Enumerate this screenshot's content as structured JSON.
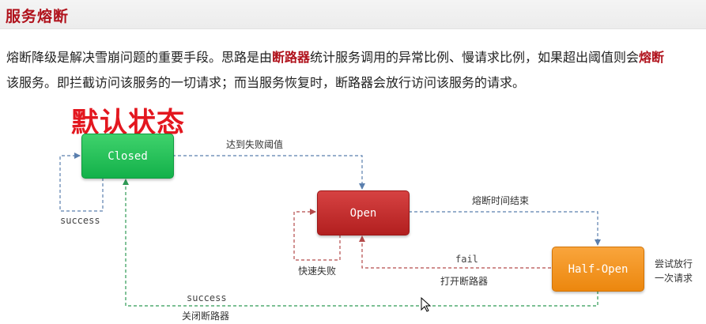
{
  "page": {
    "title": "服务熔断",
    "intro": {
      "line1_before": "熔断降级是解决雪崩问题的重要手段。思路是由",
      "line1_hl1": "断路器",
      "line1_mid": "统计服务调用的异常比例、慢请求比例，如果超出阈值则会",
      "line1_hl2": "熔断",
      "line2": "该服务。即拦截访问该服务的一切请求；而当服务恢复时，断路器会放行访问该服务的请求。"
    },
    "default_state_label": "默认状态"
  },
  "states": {
    "closed": "Closed",
    "open": "Open",
    "half_open": "Half-Open"
  },
  "edges": {
    "closed_to_open": "达到失败阈值",
    "closed_self": "success",
    "open_self": "快速失败",
    "open_to_half": "熔断时间结束",
    "half_to_open_1": "fail",
    "half_to_open_2": "打开断路器",
    "half_to_closed_1": "success",
    "half_to_closed_2": "关闭断路器",
    "half_self_1": "尝试放行",
    "half_self_2": "一次请求"
  },
  "colors": {
    "title": "#b0121c",
    "default_state": "#e3171f",
    "closed": "#13b14a",
    "open": "#b21f1f",
    "half_open": "#ec870e",
    "arrow_blue": "#5a7fae",
    "arrow_red": "#b44a4a",
    "arrow_green": "#2e9a55"
  }
}
